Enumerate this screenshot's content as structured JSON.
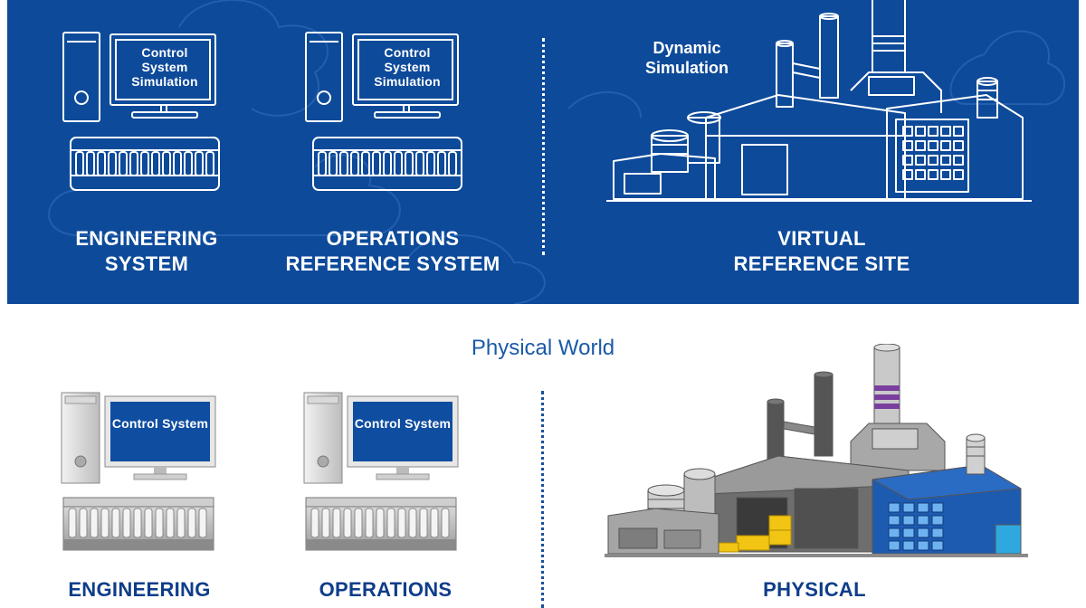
{
  "colors": {
    "panel": "#0d4a9a",
    "outline": "#ffffff",
    "label_dark": "#0f3d8a",
    "screen_blue": "#0f4da0",
    "plant_blue": "#1d5bb0",
    "accent_purple": "#7a3f9e",
    "accent_yellow": "#f2c514"
  },
  "virtual": {
    "engineering": {
      "monitor_text": "Control System Simulation",
      "label_line1": "ENGINEERING",
      "label_line2": "SYSTEM"
    },
    "operations": {
      "monitor_text": "Control System Simulation",
      "label_line1": "OPERATIONS",
      "label_line2": "REFERENCE SYSTEM"
    },
    "site": {
      "callout": "Dynamic Simulation",
      "label_line1": "VIRTUAL",
      "label_line2": "REFERENCE SITE"
    }
  },
  "physical": {
    "title": "Physical World",
    "engineering": {
      "monitor_text": "Control System",
      "label": "ENGINEERING"
    },
    "operations": {
      "monitor_text": "Control System",
      "label": "OPERATIONS"
    },
    "site": {
      "label": "PHYSICAL"
    }
  },
  "icons": [
    "computer-tower-icon",
    "monitor-icon",
    "io-rack-icon",
    "industrial-plant-icon",
    "cloud-icon"
  ]
}
